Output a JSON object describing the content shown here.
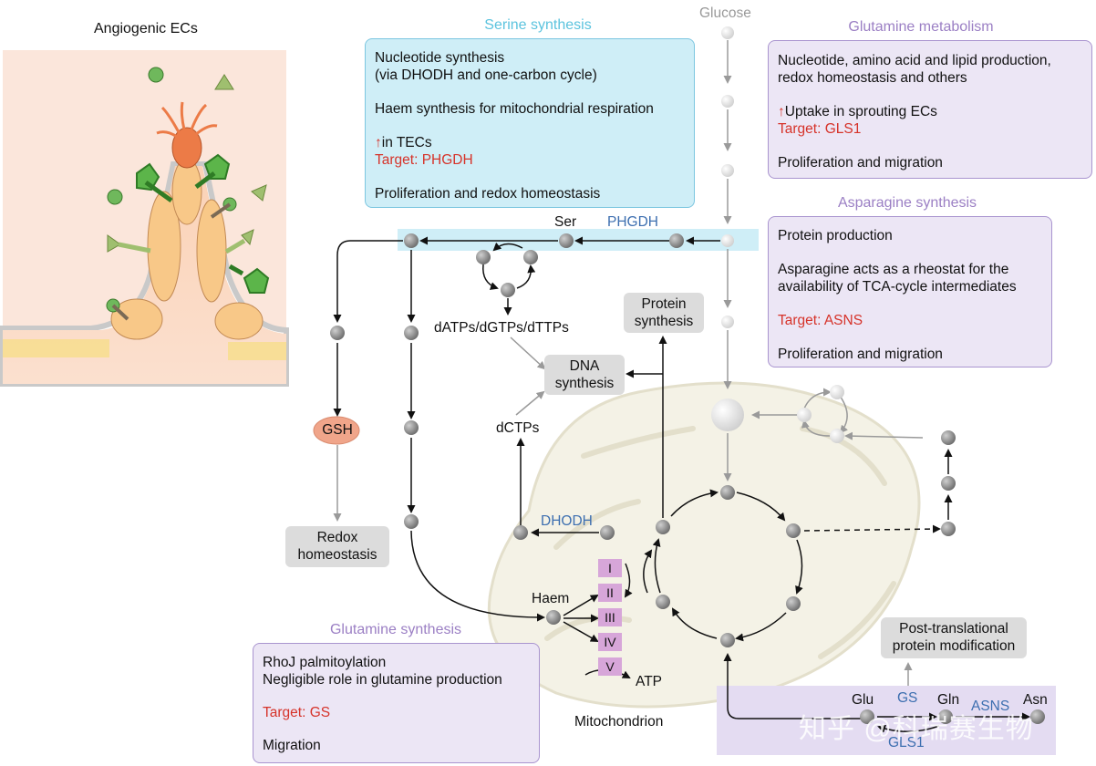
{
  "panel_left": {
    "title": "Angiogenic ECs"
  },
  "serine": {
    "title": "Serine synthesis",
    "line1": "Nucleotide synthesis",
    "line2": "(via DHODH and one-carbon cycle)",
    "line3": "Haem synthesis for mitochondrial respiration",
    "up_text": "in TECs",
    "target": "Target: PHGDH",
    "line4": "Proliferation and redox homeostasis"
  },
  "glutamine_metabolism": {
    "title": "Glutamine metabolism",
    "line1": "Nucleotide, amino acid and lipid production,",
    "line2": "redox homeostasis and others",
    "up_text": "Uptake in sprouting ECs",
    "target": "Target: GLS1",
    "line3": "Proliferation and migration"
  },
  "asparagine": {
    "title": "Asparagine synthesis",
    "line1": "Protein production",
    "line2": "Asparagine acts as a rheostat for the",
    "line3": "availability of TCA-cycle intermediates",
    "target": "Target: ASNS",
    "line4": "Proliferation and migration"
  },
  "glutamine_synthesis": {
    "title": "Glutamine synthesis",
    "line1": "RhoJ palmitoylation",
    "line2": "Negligible role in glutamine production",
    "target": "Target: GS",
    "line3": "Migration"
  },
  "labels": {
    "glucose": "Glucose",
    "ser": "Ser",
    "phgdh": "PHGDH",
    "datps": "dATPs/dGTPs/dTTPs",
    "dctps": "dCTPs",
    "dhodh": "DHODH",
    "gsh": "GSH",
    "haem": "Haem",
    "atp": "ATP",
    "mitochondrion": "Mitochondrion",
    "glu": "Glu",
    "gs": "GS",
    "gln": "Gln",
    "asns": "ASNS",
    "asn": "Asn",
    "gls1": "GLS1"
  },
  "grey_boxes": {
    "protein_synthesis_1": "Protein",
    "protein_synthesis_2": "synthesis",
    "dna_synthesis_1": "DNA",
    "dna_synthesis_2": "synthesis",
    "redox_1": "Redox",
    "redox_2": "homeostasis",
    "ptm_1": "Post-translational",
    "ptm_2": "protein modification"
  },
  "complexes": [
    "I",
    "II",
    "III",
    "IV",
    "V"
  ],
  "watermark": "知乎 @科瑞赛生物",
  "colors": {
    "blue_box": "#cfeef7",
    "purple_box": "#ece6f5",
    "target_red": "#d6332a",
    "enzyme_blue": "#3d6fb0",
    "complex_pink": "#d7a6d9",
    "gsh_salmon": "#f0a58a"
  }
}
